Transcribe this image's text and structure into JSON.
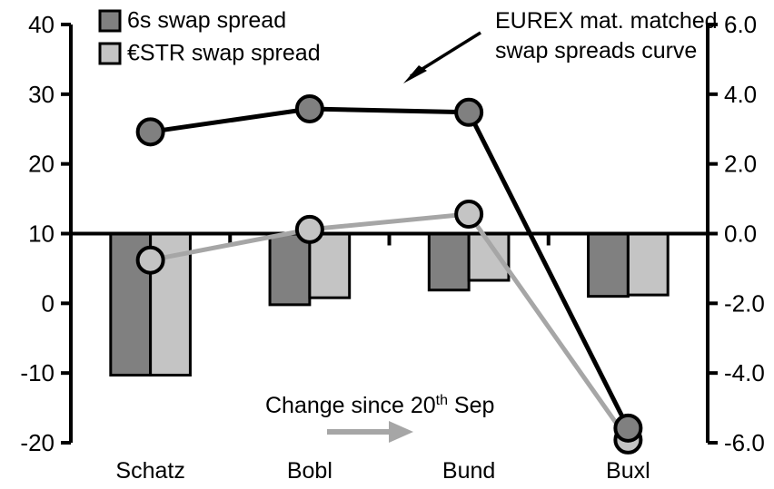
{
  "chart_data": {
    "type": "bar",
    "title": "",
    "xlabel": "",
    "categories": [
      "Schatz",
      "Bobl",
      "Bund",
      "Buxl"
    ],
    "series": [
      {
        "name": "6s swap spread",
        "type": "bar",
        "axis": "left",
        "color": "#808080",
        "values": [
          -10.3,
          -0.2,
          1.9,
          1.0
        ]
      },
      {
        "name": "€STR swap spread",
        "type": "bar",
        "axis": "left",
        "color": "#c4c4c4",
        "values": [
          -10.3,
          0.8,
          3.3,
          1.2
        ]
      },
      {
        "name": "EUREX mat. matched swap spreads curve",
        "type": "line",
        "axis": "left",
        "color": "#000000",
        "marker_color": "#808080",
        "values": [
          24.6,
          27.9,
          27.4,
          -17.9
        ]
      },
      {
        "name": "Change since 20th Sep",
        "type": "line",
        "axis": "left",
        "color": "#a6a6a6",
        "marker_color": "#c4c4c4",
        "values": [
          6.2,
          10.6,
          12.8,
          -19.6
        ]
      }
    ],
    "left_axis": {
      "label": "",
      "ticks": [
        "40",
        "30",
        "20",
        "10",
        "0",
        "-10",
        "-20"
      ],
      "min": -20,
      "max": 40,
      "zero_value": 10
    },
    "right_axis": {
      "label": "",
      "ticks": [
        "6.0",
        "4.0",
        "2.0",
        "0.0",
        "-2.0",
        "-4.0",
        "-6.0"
      ],
      "min": -6.0,
      "max": 6.0
    },
    "grid": false,
    "legend_position": "top-left"
  },
  "legend": {
    "items": [
      {
        "label": "6s swap spread",
        "color": "#808080",
        "icon": "legend-swatch"
      },
      {
        "label": "€STR swap spread",
        "color": "#c4c4c4",
        "icon": "legend-swatch"
      }
    ]
  },
  "annotations": {
    "curve_note": {
      "line1": "EUREX mat. matched",
      "line2": "swap spreads curve",
      "arrow": "arrow-down-left"
    },
    "change_note": {
      "text_before": "Change since 20",
      "superscript": "th",
      "text_after": " Sep",
      "arrow": "arrow-right",
      "arrow_color": "#a6a6a6"
    }
  },
  "axis_labels": {
    "left": [
      "40",
      "30",
      "20",
      "10",
      "0",
      "-10",
      "-20"
    ],
    "right": [
      "6.0",
      "4.0",
      "2.0",
      "0.0",
      "-2.0",
      "-4.0",
      "-6.0"
    ]
  },
  "categories": [
    "Schatz",
    "Bobl",
    "Bund",
    "Buxl"
  ]
}
